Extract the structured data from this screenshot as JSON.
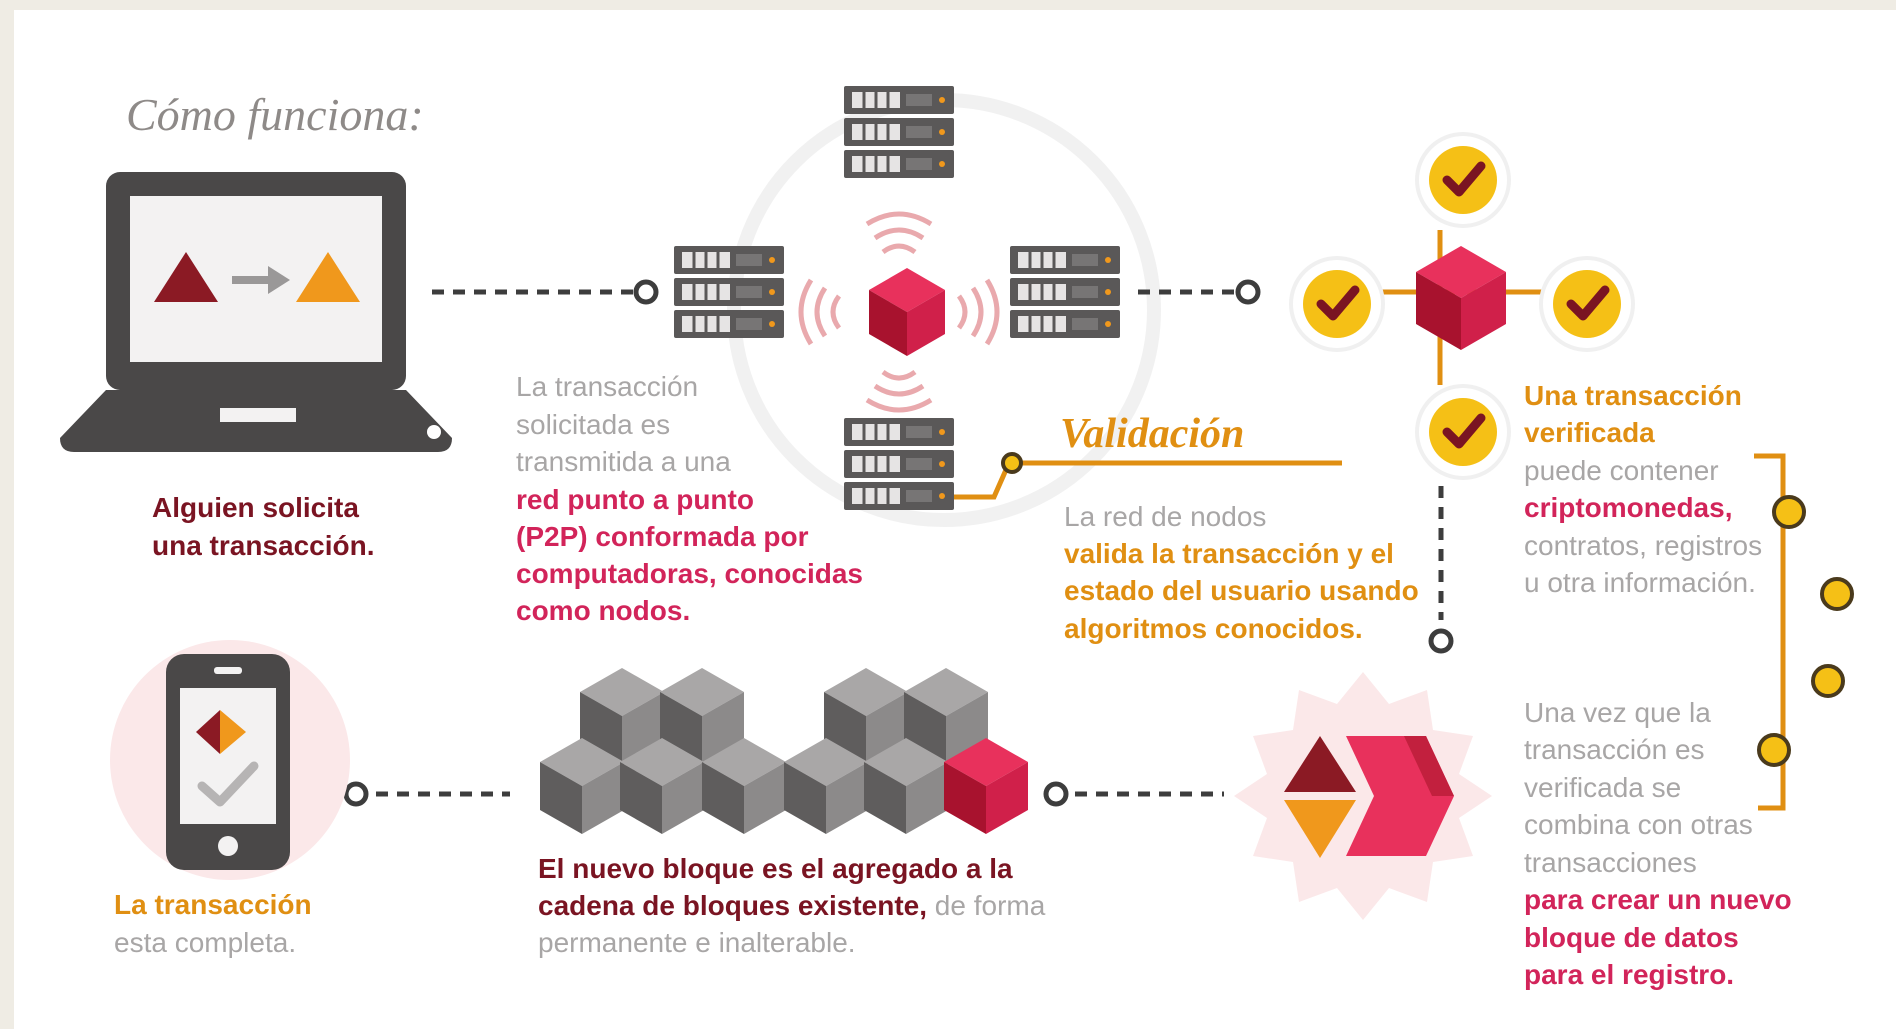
{
  "title": "Cómo funciona:",
  "step_request": {
    "l1": "Alguien solicita",
    "l2": "una transacción."
  },
  "step_broadcast": {
    "g1": "La transacción",
    "g2": "solicitada es",
    "g3": "transmitida a una",
    "h1": "red punto a punto",
    "h2": "(P2P) conformada por",
    "h3": "computadoras, conocidas",
    "h4": "como nodos."
  },
  "step_validation": {
    "heading": "Validación",
    "g1": "La red de nodos",
    "h1": "valida la transacción y el",
    "h2": "estado del usuario usando",
    "h3": "algoritmos conocidos."
  },
  "step_verified": {
    "h1": "Una transacción",
    "h2": "verificada",
    "g1": "puede contener",
    "b1": "criptomonedas,",
    "g2": "contratos, registros",
    "g3": "u otra información."
  },
  "step_combine": {
    "g1": "Una vez que la",
    "g2": "transacción es",
    "g3": "verificada se",
    "g4": "combina con otras",
    "g5": "transacciones",
    "h1": "para crear un nuevo",
    "h2": "bloque de datos",
    "h3": "para el registro."
  },
  "step_chain": {
    "h1": "El nuevo bloque es el agregado a la",
    "h2": "cadena de bloques existente,",
    "g1": " de forma",
    "g2": "permanente e inalterable."
  },
  "step_complete": {
    "h1": "La transacción",
    "g1": "esta completa."
  },
  "colors": {
    "maroon": "#7a1422",
    "crimson": "#d2245a",
    "orange": "#e08f12",
    "yellow": "#f5c016",
    "gray_text": "#a8a6a6",
    "dark_device": "#4a4848"
  },
  "icons": [
    "laptop-icon",
    "server-icon",
    "signal-waves-icon",
    "block-cube-icon",
    "check-badge-icon",
    "block-merge-icon",
    "stacked-blocks-icon",
    "smartphone-icon"
  ]
}
